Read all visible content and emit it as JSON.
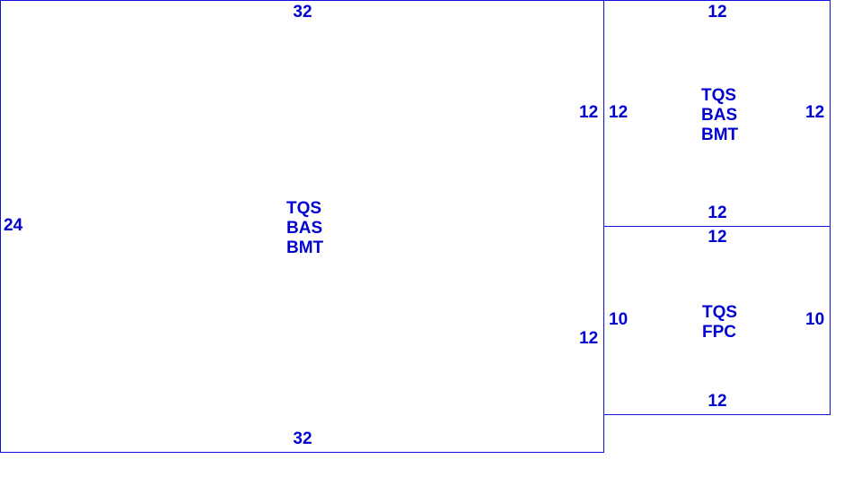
{
  "rooms": [
    {
      "top": "32",
      "bottom": "32",
      "left": "24",
      "right_upper": "12",
      "right_lower": "12",
      "labels": [
        "TQS",
        "BAS",
        "BMT"
      ]
    },
    {
      "top": "12",
      "bottom": "12",
      "left": "12",
      "right": "12",
      "labels": [
        "TQS",
        "BAS",
        "BMT"
      ]
    },
    {
      "top": "12",
      "bottom": "12",
      "left": "10",
      "right": "10",
      "labels": [
        "TQS",
        "FPC"
      ]
    }
  ],
  "colors": {
    "line": "#1010e0",
    "text": "#0000d0"
  }
}
